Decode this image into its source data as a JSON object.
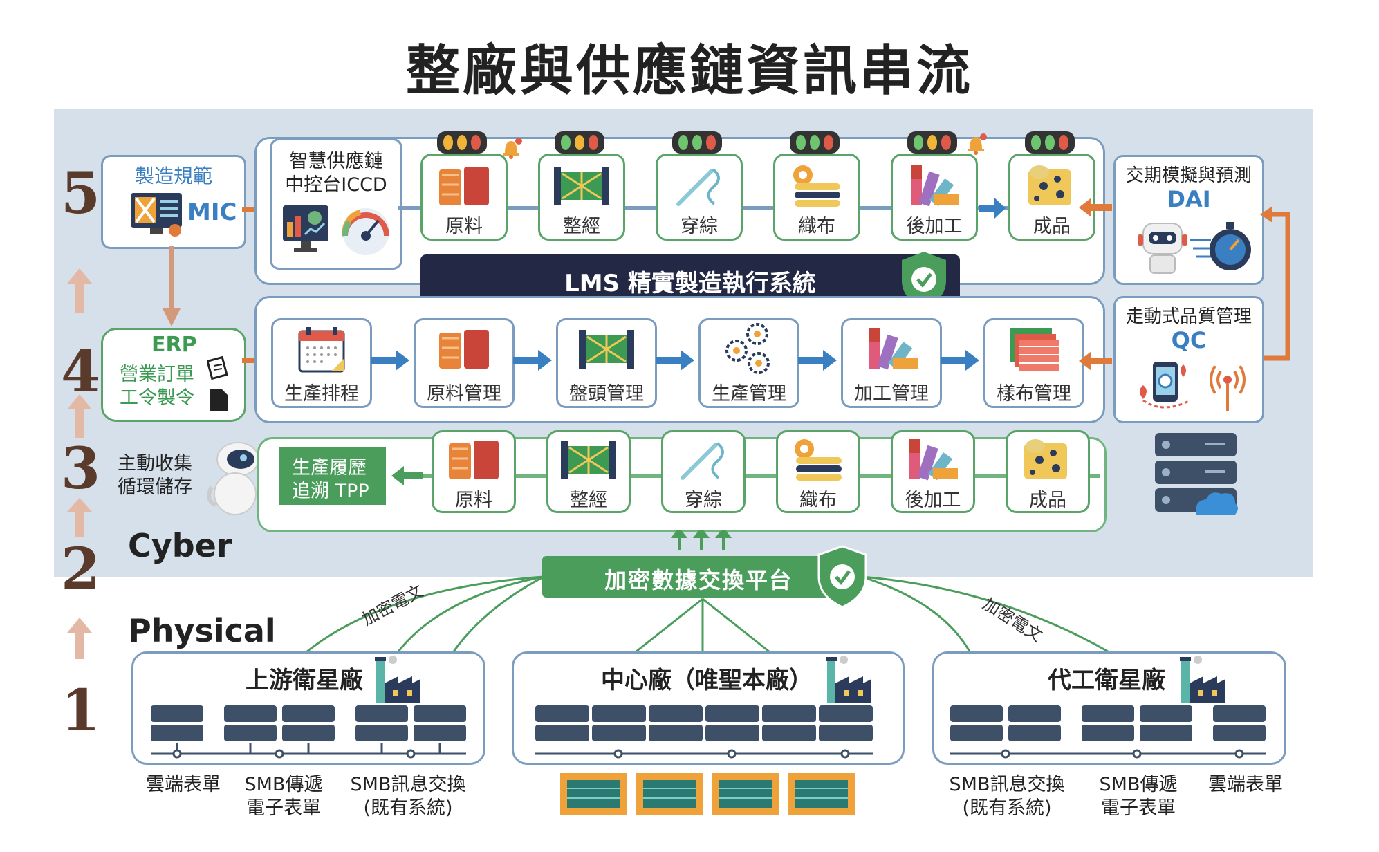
{
  "title": "整廠與供應鏈資訊串流",
  "layers": [
    "5",
    "4",
    "3",
    "2",
    "1"
  ],
  "labels": {
    "cyber": "Cyber",
    "physical": "Physical"
  },
  "mic": {
    "title": "製造規範",
    "code": "MIC"
  },
  "iccd": {
    "line1": "智慧供應鏈",
    "line2": "中控台ICCD"
  },
  "lms": "LMS 精實製造執行系統",
  "process_top": [
    "原料",
    "整經",
    "穿綜",
    "織布",
    "後加工",
    "成品"
  ],
  "dai": {
    "title": "交期模擬與預測",
    "code": "DAI"
  },
  "erp": {
    "code": "ERP",
    "line1": "營業訂單",
    "line2": "工令製令"
  },
  "process_mid": [
    "生產排程",
    "原料管理",
    "盤頭管理",
    "生產管理",
    "加工管理",
    "樣布管理"
  ],
  "qc": {
    "title": "走動式品質管理",
    "code": "QC"
  },
  "layer3": {
    "line1": "主動收集",
    "line2": "循環儲存"
  },
  "tpp": {
    "line1": "生產履歷",
    "line2": "追溯 TPP"
  },
  "process_bot": [
    "原料",
    "整經",
    "穿綜",
    "織布",
    "後加工",
    "成品"
  ],
  "platform": "加密數據交換平台",
  "encrypted": "加密電文",
  "factories": [
    "上游衛星廠",
    "中心廠（唯聖本廠）",
    "代工衛星廠"
  ],
  "bottom_left": [
    {
      "line1": "雲端表單",
      "line2": ""
    },
    {
      "line1": "SMB傳遞",
      "line2": "電子表單"
    },
    {
      "line1": "SMB訊息交換",
      "line2": "(既有系統)"
    }
  ],
  "bottom_right": [
    {
      "line1": "SMB訊息交換",
      "line2": "(既有系統)"
    },
    {
      "line1": "SMB傳遞",
      "line2": "電子表單"
    },
    {
      "line1": "雲端表單",
      "line2": ""
    }
  ],
  "colors": {
    "green": "#4a9d5b",
    "blue": "#3a7fc2",
    "navy": "#232845",
    "orange": "#e07a3a",
    "bg": "#d5e0ea"
  }
}
